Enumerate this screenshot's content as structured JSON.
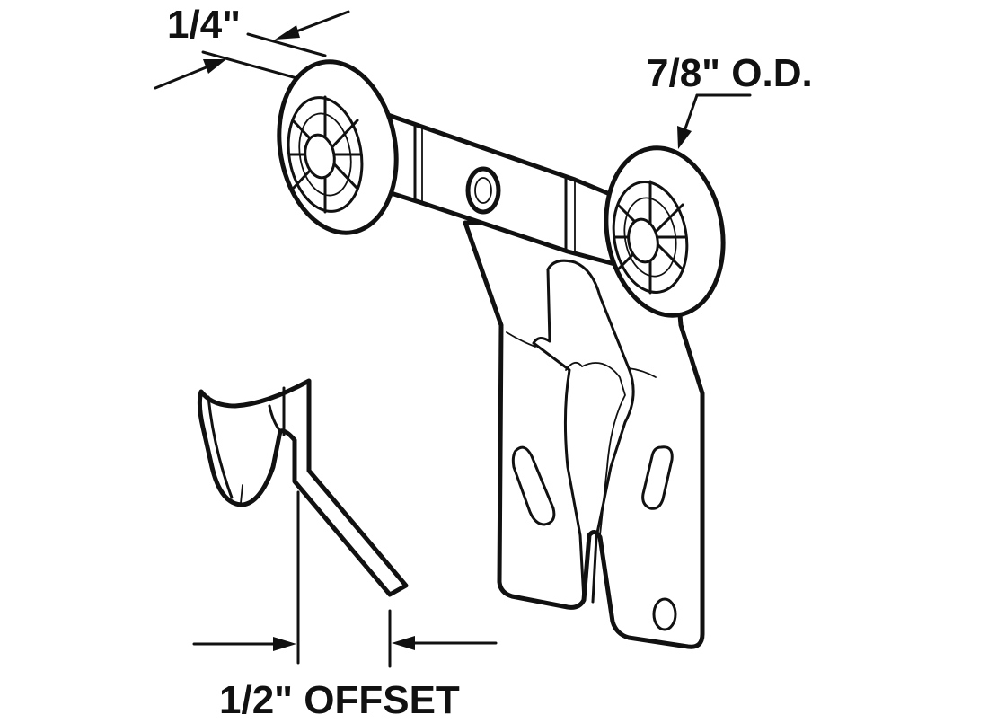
{
  "labels": {
    "wheel_width": "1/4\"",
    "wheel_od": "7/8\" O.D.",
    "offset": "1/2\" OFFSET"
  },
  "colors": {
    "ink": "#111111",
    "background": "#ffffff"
  }
}
